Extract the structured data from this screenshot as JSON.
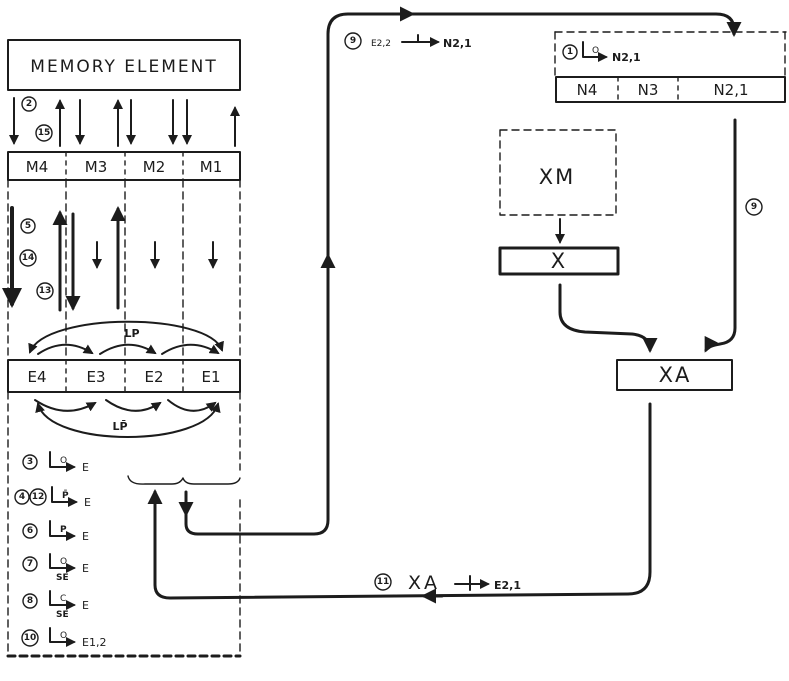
{
  "memory_element": {
    "title": "MEMORY ELEMENT"
  },
  "m_row": [
    "M4",
    "M3",
    "M2",
    "M1"
  ],
  "e_row": [
    "E4",
    "E3",
    "E2",
    "E1"
  ],
  "n_row": [
    "N4",
    "N3",
    "N2,1"
  ],
  "arc_labels": {
    "upper": "LP",
    "lower": "LP̄"
  },
  "left_steps": {
    "top_a": "2",
    "top_b": "15",
    "mid_a": "5",
    "mid_b": "14",
    "mid_c": "13"
  },
  "list_items": [
    {
      "steps": [
        "3"
      ],
      "op": "O",
      "target": "E"
    },
    {
      "steps": [
        "4",
        "12"
      ],
      "op": "P̄",
      "target": "E"
    },
    {
      "steps": [
        "6"
      ],
      "op": "P",
      "target": "E"
    },
    {
      "steps": [
        "7"
      ],
      "op": "O",
      "sub": "SE",
      "target": "E"
    },
    {
      "steps": [
        "8"
      ],
      "op": "C",
      "sub": "SE",
      "target": "E"
    },
    {
      "steps": [
        "10"
      ],
      "op": "O",
      "target": "E1,2"
    }
  ],
  "transfer_top": {
    "step": "9",
    "from": "E2,2",
    "to": "N2,1"
  },
  "n_load": {
    "step": "1",
    "op": "O",
    "target": "N2,1"
  },
  "boxes": {
    "xm": "XM",
    "x": "X",
    "xa": "XA"
  },
  "right_step": "9",
  "transfer_bottom": {
    "step": "11",
    "from": "XA",
    "to": "E2,1"
  }
}
